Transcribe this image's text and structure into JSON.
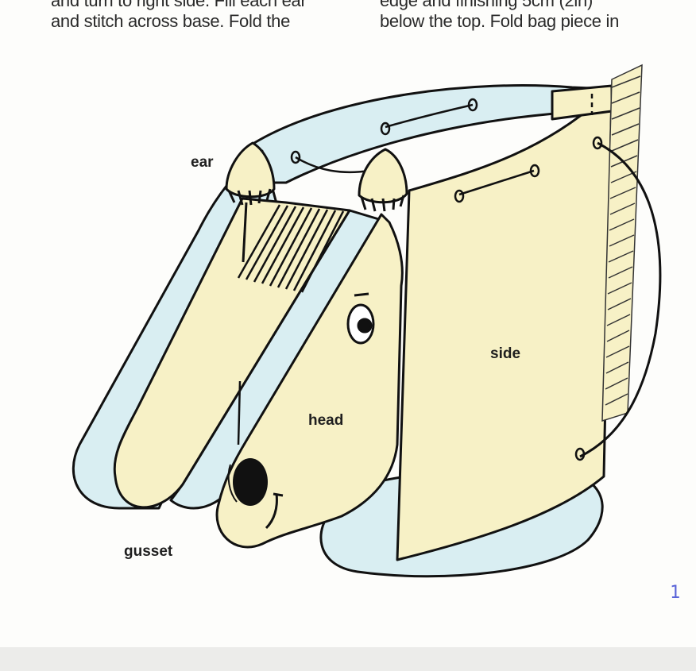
{
  "text_column_left": [
    "and turn to right side. Fill each ear",
    "and stitch across base. Fold the"
  ],
  "text_column_right": [
    "edge and finishing 5cm (2in)",
    "below the top. Fold bag piece in"
  ],
  "labels": {
    "ear": "ear",
    "head": "head",
    "side": "side",
    "gusset": "gusset"
  },
  "page_number": "1",
  "colors": {
    "fabric_cream": "#f7f1c6",
    "gusset_blue": "#d9eef2",
    "outline": "#111111",
    "page_number": "#5a64d8"
  }
}
